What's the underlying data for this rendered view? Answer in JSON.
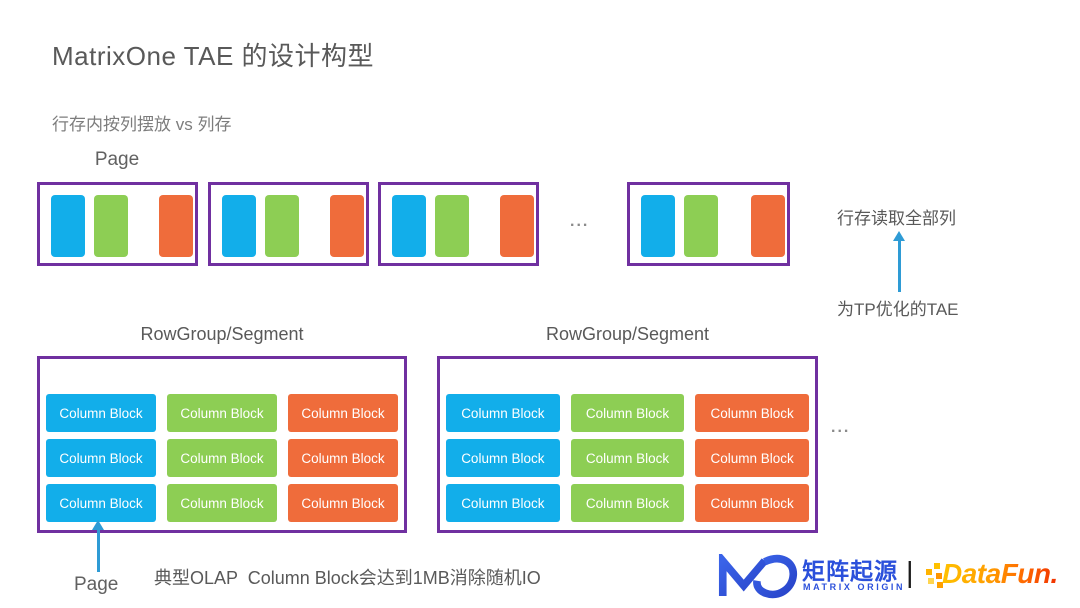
{
  "slide": {
    "title": "MatrixOne TAE 的设计构型",
    "subtitle": "行存内按列摆放 vs 列存",
    "page_label_top": "Page",
    "page_label_bottom": "Page",
    "pages_ellipsis": "...",
    "segments_ellipsis": "...",
    "annotation_read_all_columns": "行存读取全部列",
    "annotation_tp_optimized": "为TP优化的TAE",
    "segment_label_left": "RowGroup/Segment",
    "segment_label_right": "RowGroup/Segment",
    "column_block_label": "Column Block",
    "bottom_note": "典型OLAP  Column Block会达到1MB消除随机IO"
  },
  "colors": {
    "bar_blue": "#12AEEA",
    "bar_green": "#8DCE54",
    "bar_orange": "#EF6C3B",
    "frame_purple": "#7030A0",
    "arrow_blue": "#2E9BD5",
    "title_gray": "#595959",
    "mo_blue": "#2B50DB"
  },
  "footer": {
    "matrix_origin": {
      "name_cn": "矩阵起源",
      "name_en": "MATRIX ORIGIN"
    },
    "separator": "|",
    "datafun_text": "DataFun."
  }
}
